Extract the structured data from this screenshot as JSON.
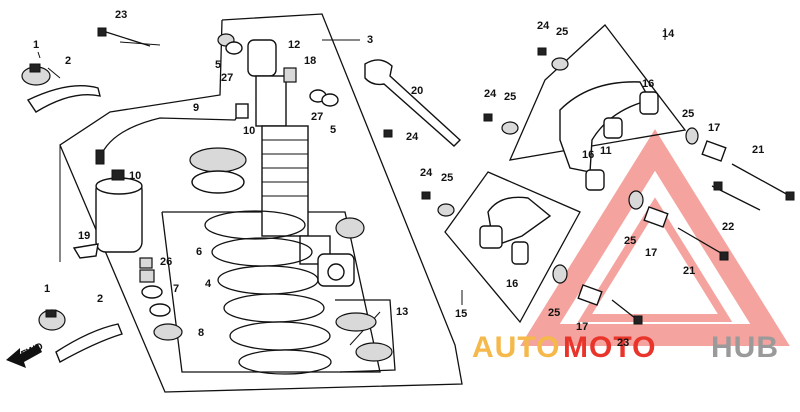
{
  "labels": {
    "p1a": "1",
    "p2a": "2",
    "p23a": "23",
    "p3": "3",
    "p5a": "5",
    "p27a": "27",
    "p12": "12",
    "p18": "18",
    "p27b": "27",
    "p5b": "5",
    "p9": "9",
    "p10a": "10",
    "p10b": "10",
    "p20": "20",
    "p24a": "24",
    "p25a": "25",
    "p14": "14",
    "p24b": "24",
    "p25b": "25",
    "p16a": "16",
    "p11": "11",
    "p24c": "24",
    "p25c": "25",
    "p17a": "17",
    "p21a": "21",
    "p16b": "16",
    "p24d": "24",
    "p25d": "25",
    "p22": "22",
    "p17b": "17",
    "p25e": "25",
    "p21b": "21",
    "p19": "19",
    "p6": "6",
    "p26": "26",
    "p4": "4",
    "p7": "7",
    "p8": "8",
    "p13": "13",
    "p15": "15",
    "p16c": "16",
    "p25f": "25",
    "p17c": "17",
    "p23b": "23",
    "p1b": "1",
    "p2b": "2"
  },
  "fwd": "FWD",
  "watermark": {
    "auto": "AUTO",
    "moto": "MOTO",
    "hub": "HUB",
    "color_auto": "#f5b84a",
    "color_moto": "#e8342b",
    "color_hub": "#9a9a9a",
    "logo_color": "#e8342b"
  }
}
